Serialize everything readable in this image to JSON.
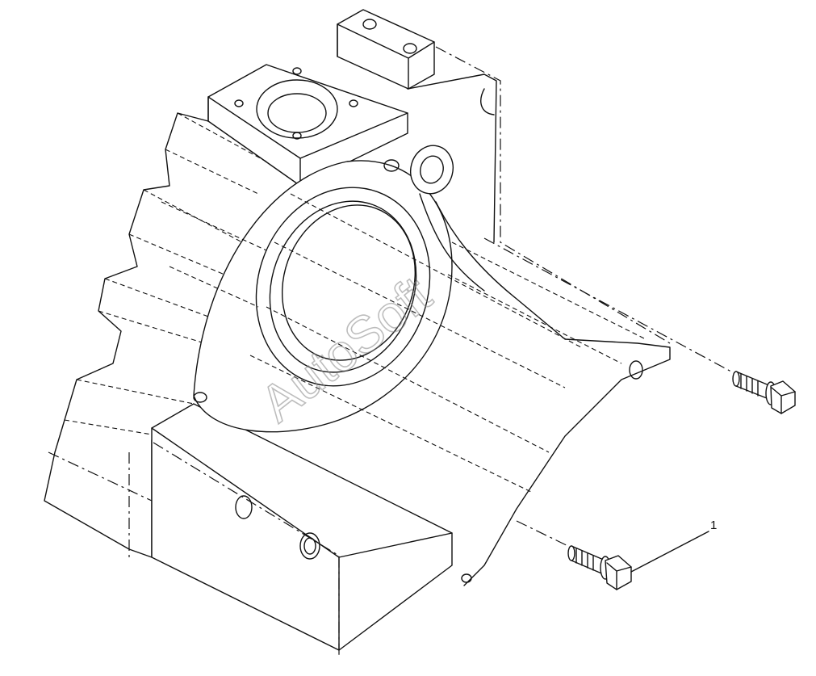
{
  "diagram": {
    "callouts": [
      {
        "id": "1",
        "label": "1"
      }
    ],
    "watermark": "AutoSoft",
    "parts": [
      {
        "name": "housing",
        "kind": "cast-housing"
      },
      {
        "name": "bolt-upper",
        "kind": "hex-flange-bolt"
      },
      {
        "name": "bolt-lower",
        "kind": "hex-flange-bolt"
      }
    ]
  }
}
